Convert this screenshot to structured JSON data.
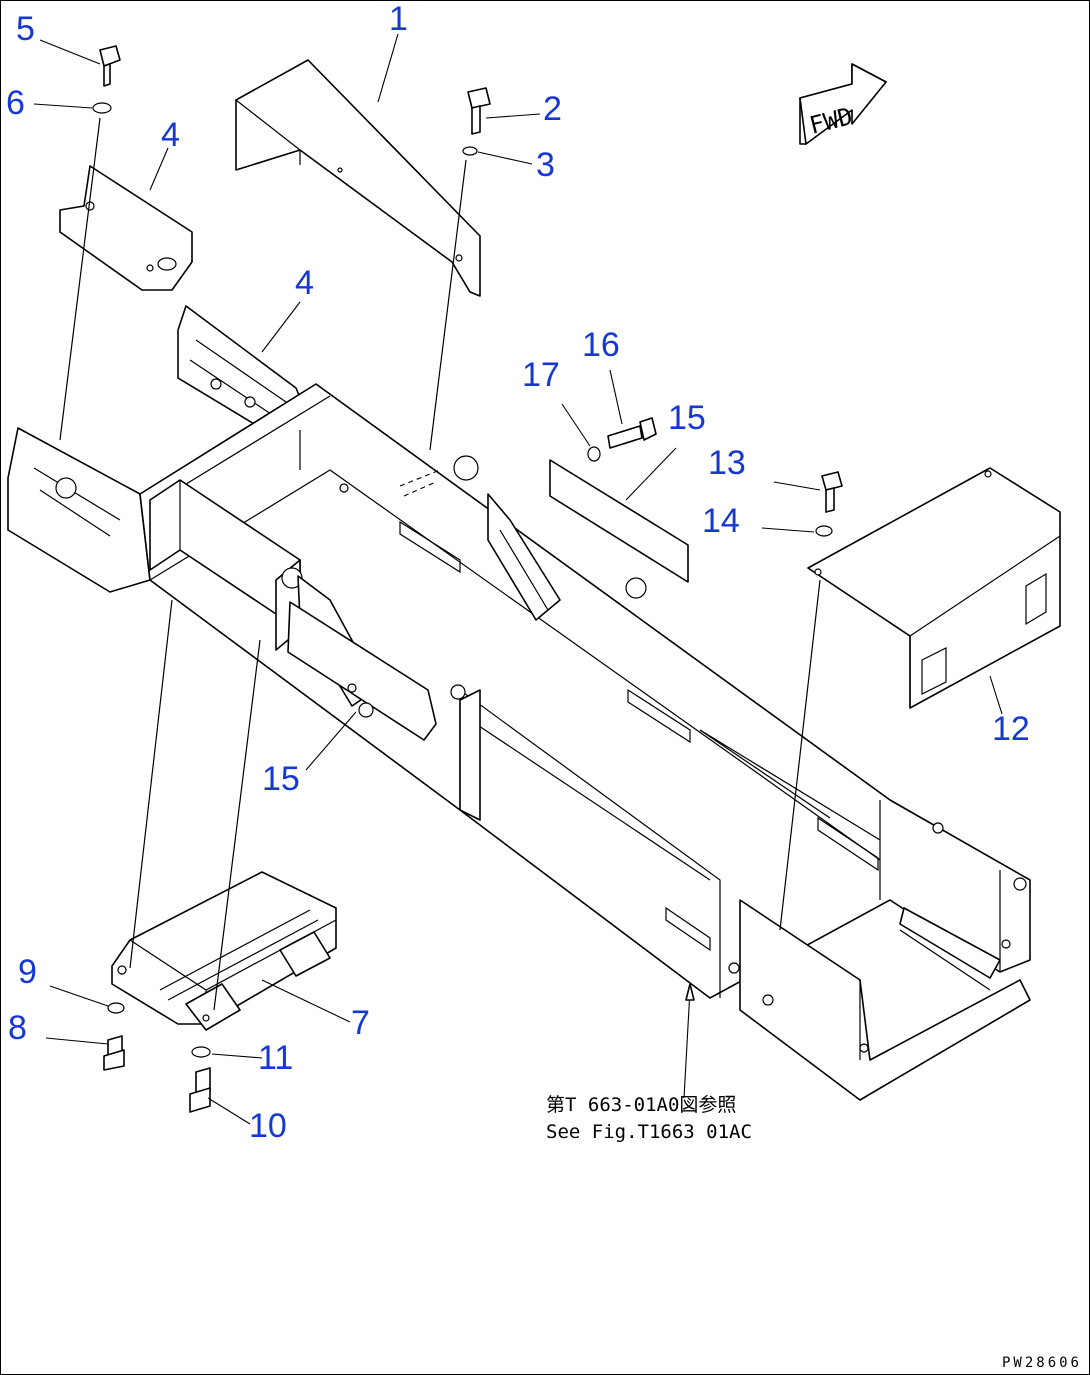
{
  "callouts": [
    {
      "id": "1",
      "label": "1"
    },
    {
      "id": "2",
      "label": "2"
    },
    {
      "id": "3",
      "label": "3"
    },
    {
      "id": "4a",
      "label": "4"
    },
    {
      "id": "4b",
      "label": "4"
    },
    {
      "id": "5",
      "label": "5"
    },
    {
      "id": "6",
      "label": "6"
    },
    {
      "id": "7",
      "label": "7"
    },
    {
      "id": "8",
      "label": "8"
    },
    {
      "id": "9",
      "label": "9"
    },
    {
      "id": "10",
      "label": "10"
    },
    {
      "id": "11",
      "label": "11"
    },
    {
      "id": "12",
      "label": "12"
    },
    {
      "id": "13",
      "label": "13"
    },
    {
      "id": "14",
      "label": "14"
    },
    {
      "id": "15a",
      "label": "15"
    },
    {
      "id": "15b",
      "label": "15"
    },
    {
      "id": "16",
      "label": "16"
    },
    {
      "id": "17",
      "label": "17"
    }
  ],
  "direction_marker": "FWD",
  "reference_note": {
    "line1": "第T 663-01A0図参照",
    "line2": "See Fig.T1663 01AC"
  },
  "drawing_number": "PW28606",
  "colors": {
    "callout": "#1537d4",
    "linework": "#000000"
  }
}
